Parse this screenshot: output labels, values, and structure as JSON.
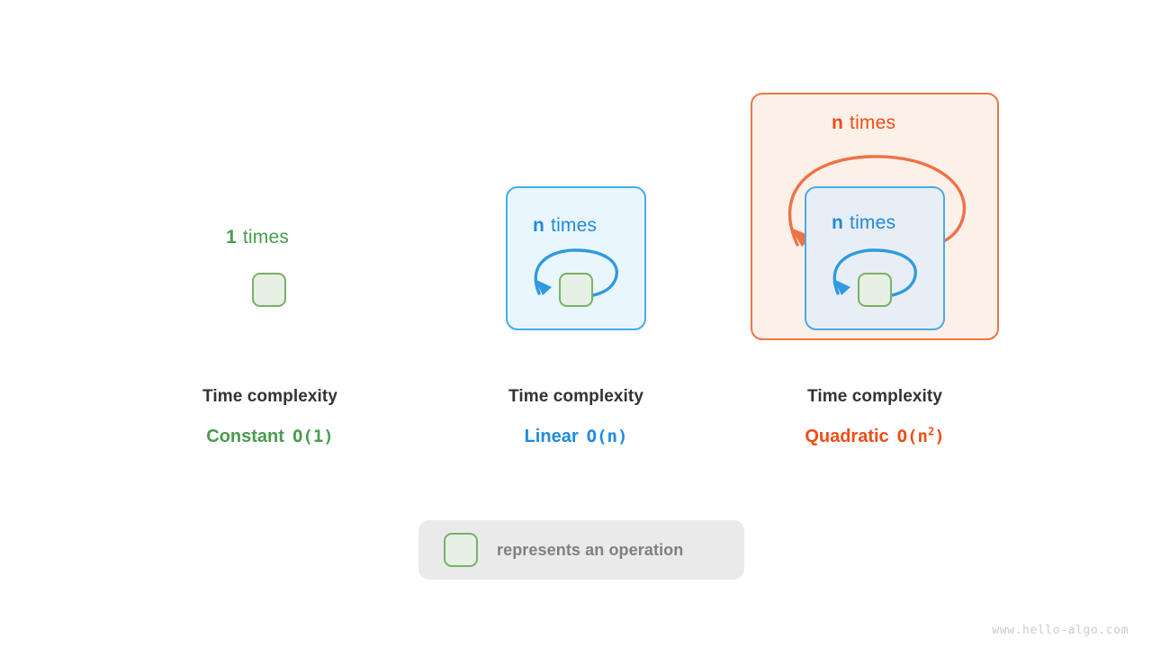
{
  "diagram": {
    "title_implicit": "Time complexity growth comparison",
    "watermark": "www.hello-algo.com",
    "columns": [
      {
        "id": "constant",
        "times_count": "1",
        "times_word": "times",
        "caption_title": "Time complexity",
        "complexity_name": "Constant",
        "big_o_prefix": "O(1",
        "big_o_exp": "",
        "big_o_suffix": ")",
        "color": "#4a9c4e",
        "loops": 0
      },
      {
        "id": "linear",
        "times_count": "n",
        "times_word": "times",
        "caption_title": "Time complexity",
        "complexity_name": "Linear",
        "big_o_prefix": "O(n",
        "big_o_exp": "",
        "big_o_suffix": ")",
        "color": "#1e8ae0",
        "loops": 1
      },
      {
        "id": "quadratic",
        "times_count": "n",
        "times_word": "times",
        "caption_title": "Time complexity",
        "complexity_name": "Quadratic",
        "big_o_prefix": "O(n",
        "big_o_exp": "2",
        "big_o_suffix": ")",
        "color": "#f04c15",
        "loops": 2
      }
    ],
    "quadratic_inner": {
      "times_count": "n",
      "times_word": "times"
    },
    "legend": {
      "text": "represents an operation",
      "swatch_name": "operation-square"
    },
    "colors": {
      "green": "#4a9c4e",
      "green_border": "#7ab069",
      "green_fill": "#e6f0e3",
      "blue": "#1e8ae0",
      "blue_border": "#4aaae8",
      "blue_fill": "#eaf6fd",
      "blue_fill_over_orange": "#e8eef5",
      "orange": "#f04c15",
      "orange_border": "#ec7645",
      "orange_fill": "#fdf0e9",
      "text_dark": "#333333",
      "legend_bg": "#eaeaea",
      "legend_text": "#808080",
      "watermark": "#cccccc"
    }
  }
}
